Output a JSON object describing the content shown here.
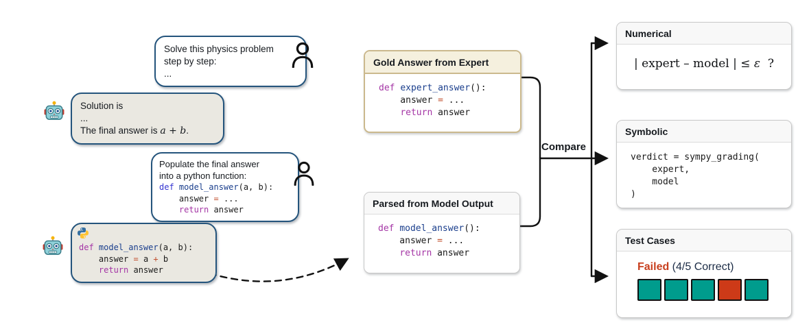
{
  "left_panel": {
    "user_bubble_1": {
      "line1": "Solve this physics problem",
      "line2": "step by step:",
      "line3": "..."
    },
    "bot_bubble_1": {
      "line1": "Solution is",
      "line2": "...",
      "line3_prefix": "The final answer is ",
      "line3_math": "a + b",
      "line3_suffix": "."
    },
    "user_bubble_2": {
      "line1": "Populate the final answer",
      "line2": "into a python function:",
      "code": {
        "l1_kw": "def ",
        "l1_fn": "model_answer",
        "l1_rest": "(a, b):",
        "l2_pre": "    answer ",
        "l2_op": "=",
        "l2_rest": " ...",
        "l3_pre": "    ",
        "l3_kw": "return",
        "l3_rest": " answer"
      }
    },
    "bot_bubble_2": {
      "python_logo": "python-logo",
      "code": {
        "l1_kw": "def ",
        "l1_fn": "model_answer",
        "l1_rest": "(a, b):",
        "l2_pre": "    answer ",
        "l2_op": "=",
        "l2_a": " a ",
        "l2_op2": "+",
        "l2_b": " b",
        "l3_pre": "    ",
        "l3_kw": "return",
        "l3_rest": " answer"
      }
    }
  },
  "middle_panel": {
    "gold_box": {
      "title": "Gold Answer from Expert",
      "code": {
        "l1_kw": "def ",
        "l1_fn": "expert_answer",
        "l1_rest": "():",
        "l2_pre": "    answer ",
        "l2_op": "=",
        "l2_rest": " ...",
        "l3_pre": "    ",
        "l3_kw": "return",
        "l3_rest": " answer"
      }
    },
    "parsed_box": {
      "title": "Parsed from Model Output",
      "code": {
        "l1_kw": "def ",
        "l1_fn": "model_answer",
        "l1_rest": "():",
        "l2_pre": "    answer ",
        "l2_op": "=",
        "l2_rest": " ...",
        "l3_pre": "    ",
        "l3_kw": "return",
        "l3_rest": " answer"
      }
    },
    "compare_label": "Compare"
  },
  "right_panel": {
    "numerical_box": {
      "title": "Numerical",
      "formula_main": "| expert – model | ≤ ",
      "formula_eps": "ε",
      "formula_q": "  ?"
    },
    "symbolic_box": {
      "title": "Symbolic",
      "code_lines": [
        "verdict = sympy_grading(",
        "    expert,",
        "    model",
        ")"
      ]
    },
    "test_cases_box": {
      "title": "Test Cases",
      "status": "Failed",
      "status_detail": " (4/5 Correct)",
      "results": [
        "pass",
        "pass",
        "pass",
        "fail",
        "pass"
      ]
    }
  },
  "colors": {
    "bubble_border_navy": "#24547C",
    "bot_bubble_gray": "#EAE8E1",
    "gold_border": "#CBB98D",
    "gold_header_bg": "#F5F0DE",
    "box_border_gray": "#C8C8C8",
    "keyword_purple": "#A435A5",
    "keyword_blue": "#3434D1",
    "function_navy": "#1A3E8C",
    "operator_rust": "#C14F2E",
    "failed_red": "#C8401F",
    "pass_teal": "#009C8D",
    "fail_square_red": "#CD3A18"
  }
}
